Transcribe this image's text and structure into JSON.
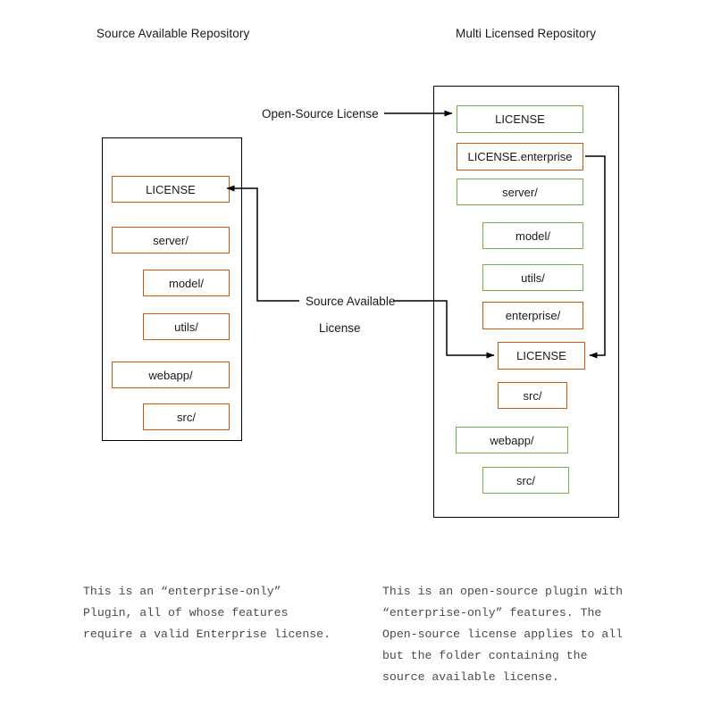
{
  "colors": {
    "enterprise_orange": "#c55a11",
    "opensource_green": "#76ae4a",
    "outline_black": "#000000",
    "caption_gray": "#4a4a4a"
  },
  "left_repo": {
    "title": "Source Available Repository",
    "items": [
      {
        "label": "LICENSE",
        "color": "orange",
        "indent": false
      },
      {
        "label": "server/",
        "color": "orange",
        "indent": false
      },
      {
        "label": "model/",
        "color": "orange",
        "indent": true
      },
      {
        "label": "utils/",
        "color": "orange",
        "indent": true
      },
      {
        "label": "webapp/",
        "color": "orange",
        "indent": false
      },
      {
        "label": "src/",
        "color": "orange",
        "indent": true
      }
    ],
    "caption": "This is an “enterprise-only”\nPlugin, all of whose features\nrequire a valid Enterprise license."
  },
  "right_repo": {
    "title": "Multi Licensed Repository",
    "items": [
      {
        "label": "LICENSE",
        "color": "green",
        "indent": false
      },
      {
        "label": "LICENSE.enterprise",
        "color": "orange",
        "indent": false
      },
      {
        "label": "server/",
        "color": "green",
        "indent": false
      },
      {
        "label": "model/",
        "color": "green",
        "indent": true
      },
      {
        "label": "utils/",
        "color": "green",
        "indent": true
      },
      {
        "label": "enterprise/",
        "color": "orange",
        "indent": true
      },
      {
        "label": "LICENSE",
        "color": "orange",
        "indent": true
      },
      {
        "label": "src/",
        "color": "orange",
        "indent": true
      },
      {
        "label": "webapp/",
        "color": "green",
        "indent": false
      },
      {
        "label": "src/",
        "color": "green",
        "indent": true
      }
    ],
    "caption": "This is an open-source plugin with\n“enterprise-only” features. The\nOpen-source license applies to all\nbut the folder containing the\nsource available license."
  },
  "connectors": {
    "open_source_license_label": "Open-Source License",
    "source_available_label_line1": "Source Available",
    "source_available_label_line2": "License"
  }
}
